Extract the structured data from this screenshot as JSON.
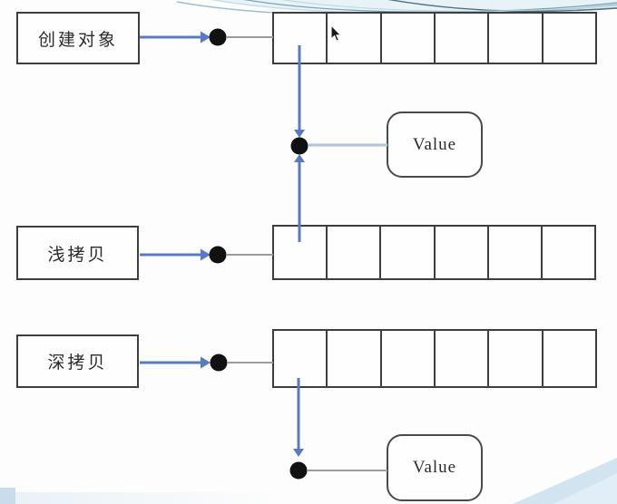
{
  "diagram": {
    "rows": [
      {
        "id": "create-object",
        "label": "创建对象",
        "cells": 6
      },
      {
        "id": "shallow-copy",
        "label": "浅拷贝",
        "cells": 6
      },
      {
        "id": "deep-copy",
        "label": "深拷贝",
        "cells": 6
      }
    ],
    "value_nodes": [
      {
        "id": "shared-value",
        "label": "Value"
      },
      {
        "id": "deep-value",
        "label": "Value"
      }
    ],
    "icons": {
      "pointer_dot": "filled-black-circle",
      "cursor": "mouse-arrow-pointer"
    },
    "colors": {
      "arrow_blue": "#5a7ac0",
      "connector_gray": "#9b9b9b",
      "connector_light_blue": "#aec3d8",
      "box_border": "#3e3e3e",
      "dot_fill": "#111111",
      "decoration_light_blue": "#d3e4f1",
      "decoration_curve_dark": "#54707f",
      "decoration_curve_light": "#9bbfce"
    }
  }
}
